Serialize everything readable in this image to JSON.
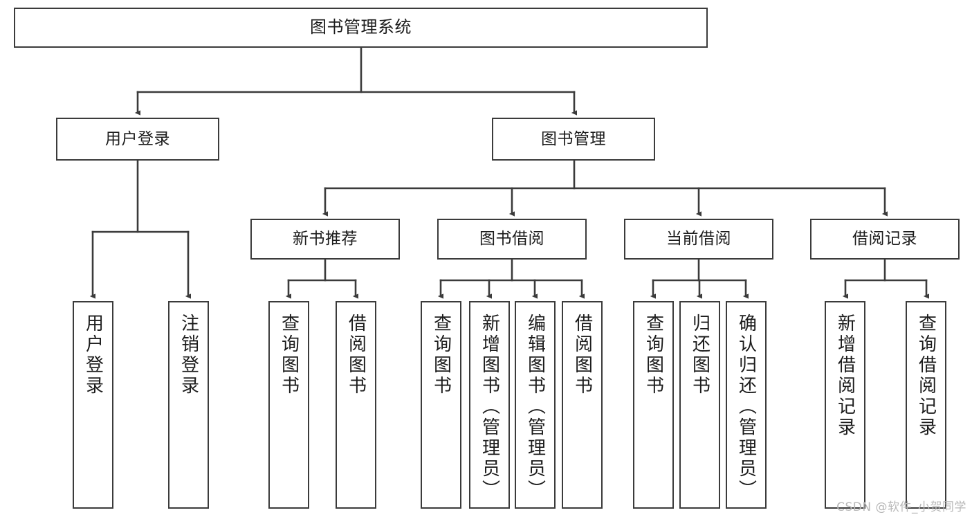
{
  "diagram": {
    "type": "tree-hierarchy-chart",
    "title": "图书管理系统",
    "watermark": "CSDN @软件_小贺同学",
    "colors": {
      "box_border": "#3b3b3b",
      "box_fill": "#ffffff",
      "connector": "#3b3b3b",
      "text": "#1c1c1c",
      "watermark": "#b8b8b8",
      "background": "#ffffff"
    },
    "levels": {
      "root": {
        "label": "图书管理系统"
      },
      "level2": [
        {
          "id": "user-login",
          "label": "用户登录"
        },
        {
          "id": "book-management",
          "label": "图书管理"
        }
      ],
      "level3": [
        {
          "id": "new-book-recommend",
          "label": "新书推荐",
          "parent": "book-management"
        },
        {
          "id": "book-borrow",
          "label": "图书借阅",
          "parent": "book-management"
        },
        {
          "id": "current-borrow",
          "label": "当前借阅",
          "parent": "book-management"
        },
        {
          "id": "borrow-record",
          "label": "借阅记录",
          "parent": "book-management"
        }
      ],
      "leaves": [
        {
          "id": "leaf-user-login",
          "label": "用户登录",
          "parent": "user-login"
        },
        {
          "id": "leaf-user-logout",
          "label": "注销登录",
          "parent": "user-login"
        },
        {
          "id": "leaf-query-book-1",
          "label": "查询图书",
          "parent": "new-book-recommend"
        },
        {
          "id": "leaf-borrow-book-1",
          "label": "借阅图书",
          "parent": "new-book-recommend"
        },
        {
          "id": "leaf-query-book-2",
          "label": "查询图书",
          "parent": "book-borrow"
        },
        {
          "id": "leaf-add-book",
          "label": "新增图书（管理员）",
          "parent": "book-borrow"
        },
        {
          "id": "leaf-edit-book",
          "label": "编辑图书（管理员）",
          "parent": "book-borrow"
        },
        {
          "id": "leaf-borrow-book-2",
          "label": "借阅图书",
          "parent": "book-borrow"
        },
        {
          "id": "leaf-query-book-3",
          "label": "查询图书",
          "parent": "current-borrow"
        },
        {
          "id": "leaf-return-book",
          "label": "归还图书",
          "parent": "current-borrow"
        },
        {
          "id": "leaf-confirm-return",
          "label": "确认归还（管理员）",
          "parent": "current-borrow"
        },
        {
          "id": "leaf-add-record",
          "label": "新增借阅记录",
          "parent": "borrow-record"
        },
        {
          "id": "leaf-query-record",
          "label": "查询借阅记录",
          "parent": "borrow-record"
        }
      ]
    }
  }
}
